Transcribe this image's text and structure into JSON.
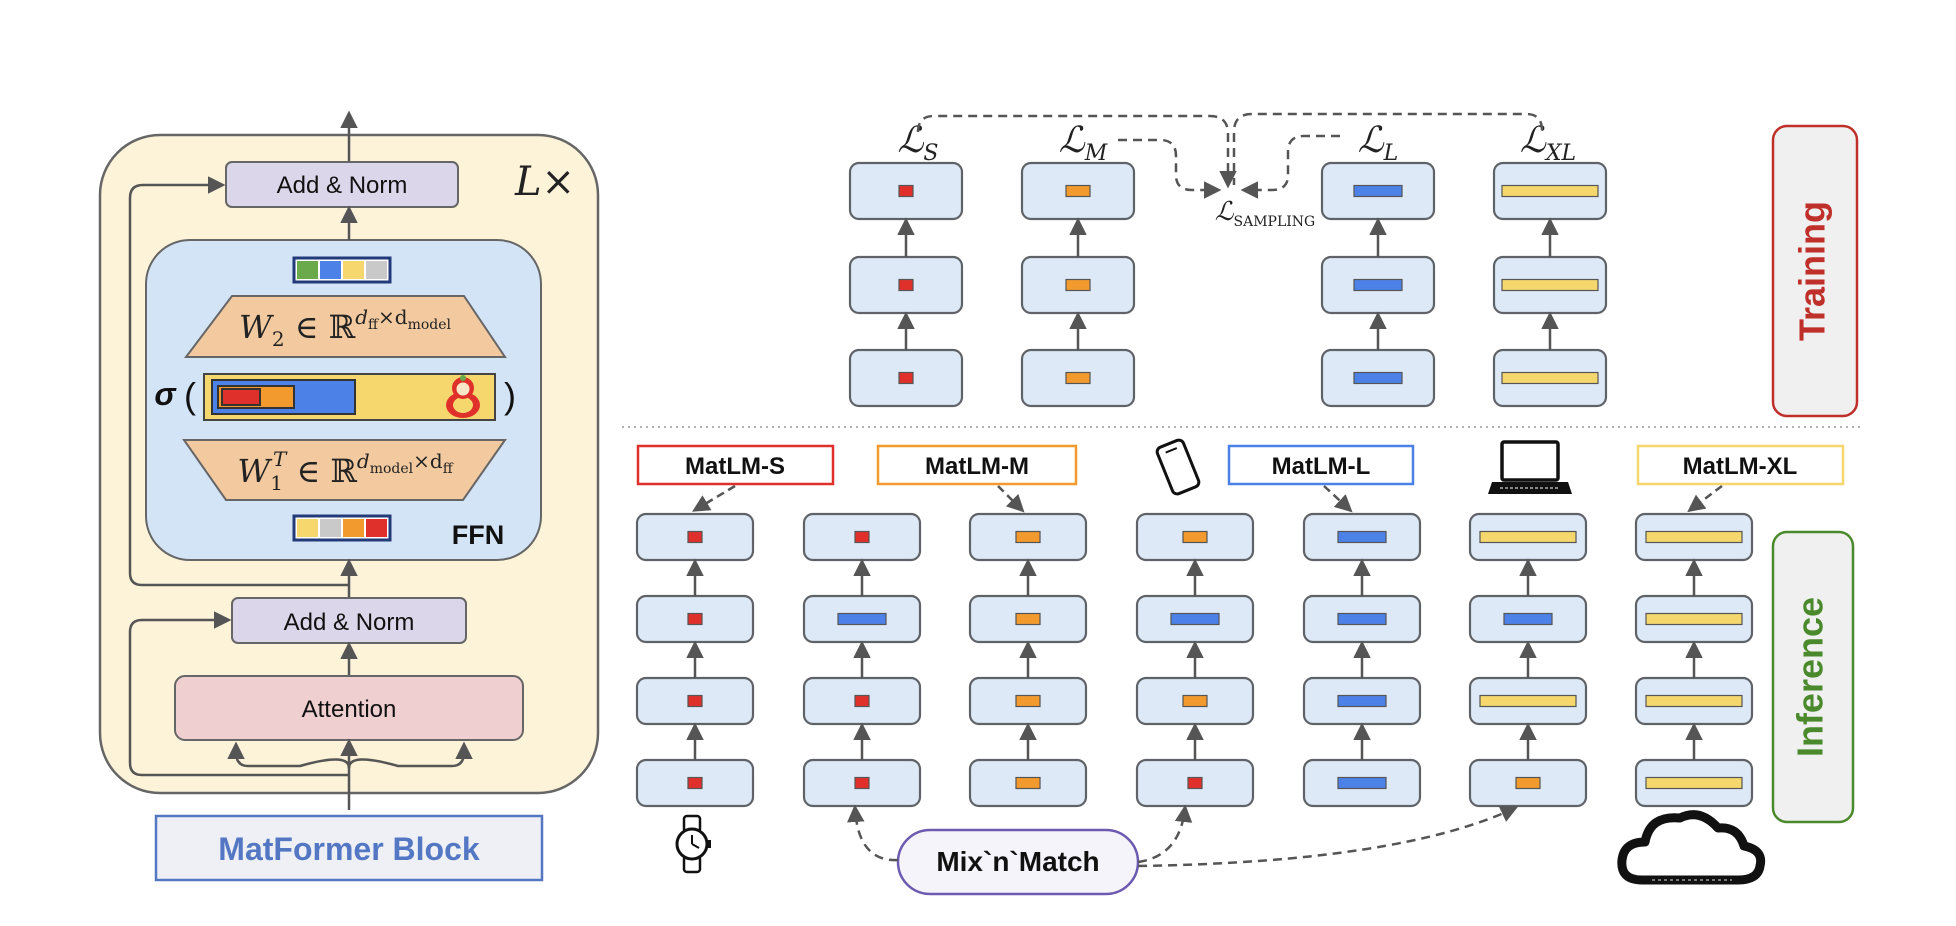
{
  "block": {
    "title": "MatFormer Block",
    "repeat": "L×",
    "add_norm": "Add & Norm",
    "attention": "Attention",
    "ffn": "FFN",
    "sigma": "σ",
    "lparen": "(",
    "rparen": ")",
    "w2": {
      "base": "W",
      "sub": "2",
      "rel": " ∈ ℝ",
      "sup": "d",
      "sup_sub": "ff",
      "times": "×d",
      "sup_sub2": "model"
    },
    "w1": {
      "base": "W",
      "sub": "1",
      "sup": "T",
      "rel": " ∈ ℝ",
      "exp": "d",
      "exp_sub": "model",
      "times": "×d",
      "exp_sub2": "ff"
    }
  },
  "training": {
    "label": "Training",
    "losses": [
      {
        "base": "ℒ",
        "sub": "S"
      },
      {
        "base": "ℒ",
        "sub": "M"
      },
      {
        "base": "ℒ",
        "sub": "L"
      },
      {
        "base": "ℒ",
        "sub": "XL"
      }
    ],
    "sampling": {
      "base": "ℒ",
      "sub": "SAMPLING"
    }
  },
  "inference": {
    "label": "Inference",
    "models": [
      "MatLM-S",
      "MatLM-M",
      "MatLM-L",
      "MatLM-XL"
    ],
    "mix": "Mix`n`Match"
  },
  "colors": {
    "red": "#e0302b",
    "orange": "#f39a2e",
    "blue": "#4c82e8",
    "yellow": "#f5d76e",
    "green": "#6aaa4a",
    "gray": "#c9c9c9",
    "box_fill": "#dde9f7",
    "box_stroke": "#5f6368",
    "block_bg": "#fdf3d9",
    "ffn_bg": "#d4e4f7",
    "norm_fill": "#dcd6ea",
    "attn_fill": "#efcfcf",
    "proj_fill": "#f3caa0",
    "title_blue": "#5477c4",
    "training_red": "#c0302b",
    "inference_green": "#4b8a2c",
    "mix_purple": "#6c5bb0"
  },
  "icons": [
    "watch-icon",
    "phone-icon",
    "laptop-icon",
    "cloud-icon",
    "matryoshka-icon"
  ]
}
